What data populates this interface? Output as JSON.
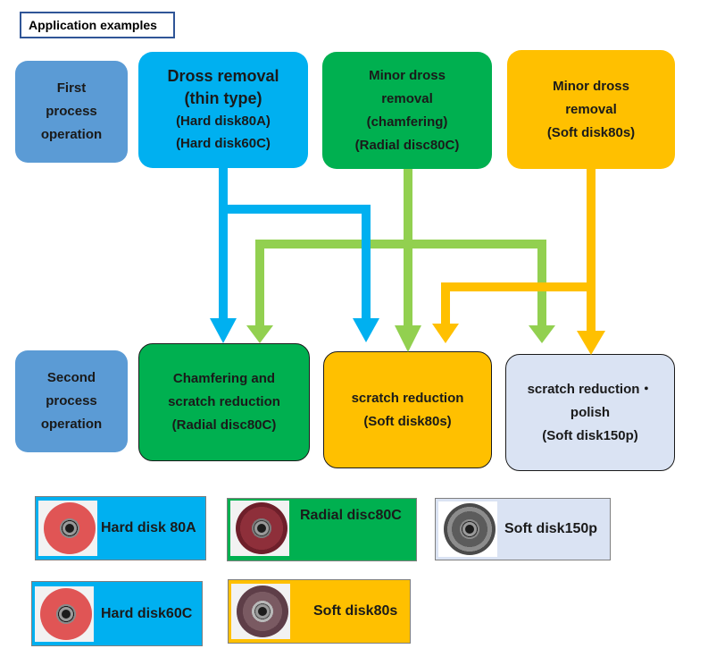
{
  "header": {
    "title": "Application examples"
  },
  "stages": {
    "first": [
      "First",
      "process",
      "operation"
    ],
    "second": [
      "Second",
      "process",
      "operation"
    ]
  },
  "first_process": {
    "dross_removal": [
      "Dross removal",
      "(thin type)",
      "(Hard disk80A)",
      "(Hard disk60C)"
    ],
    "minor_dross_chamfering": [
      "Minor dross",
      "removal",
      "(chamfering)",
      "(Radial disc80C)"
    ],
    "minor_dross_soft": [
      "Minor dross",
      "removal",
      "(Soft disk80s)"
    ]
  },
  "second_process": {
    "chamfering_scratch": [
      "Chamfering and",
      "scratch reduction",
      "(Radial disc80C)"
    ],
    "scratch_reduction": [
      "scratch reduction",
      "(Soft disk80s)"
    ],
    "scratch_polish": [
      "scratch reduction・",
      "polish",
      "(Soft disk150p)"
    ]
  },
  "legend": {
    "hard_80a": "Hard disk 80A",
    "radial_80c": "Radial disc80C",
    "soft_150p": "Soft disk150p",
    "hard_60c": "Hard disk60C",
    "soft_80s": "Soft disk80s"
  },
  "colors": {
    "blue": "#00b0f0",
    "green": "#00b050",
    "light_green_arrow": "#92d050",
    "yellow": "#ffc000",
    "stage_blue": "#5b9bd5",
    "pale_blue": "#dae3f3"
  }
}
